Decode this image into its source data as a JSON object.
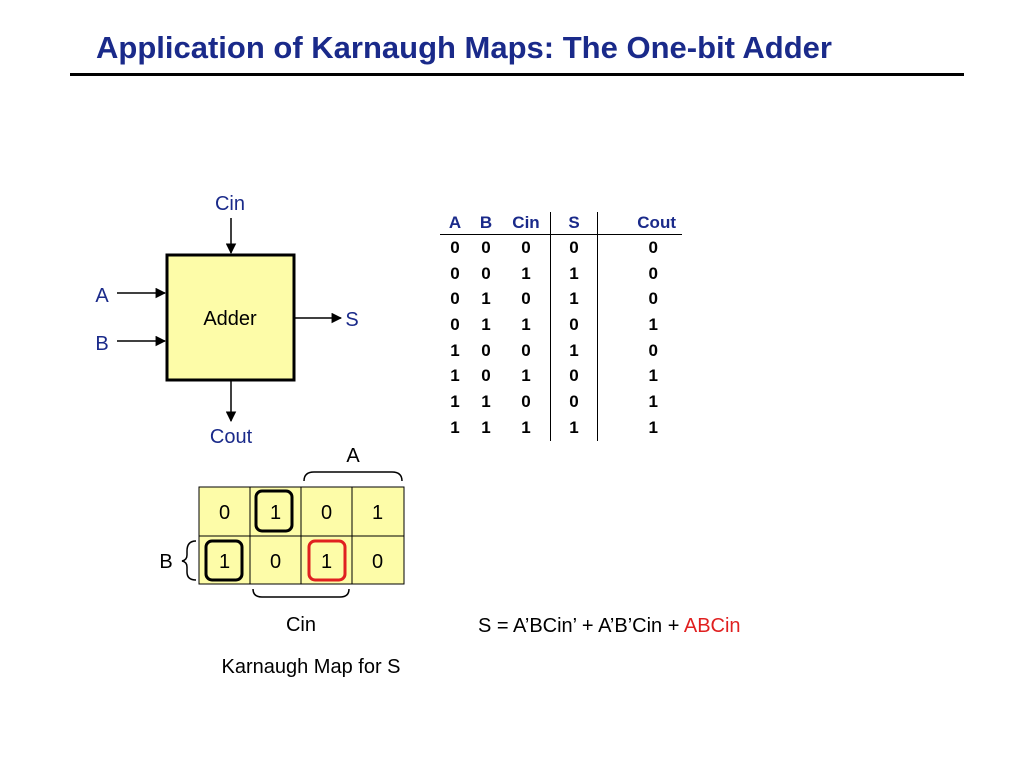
{
  "title": "Application of Karnaugh Maps: The One-bit Adder",
  "block": {
    "name": "Adder",
    "inputs": [
      "A",
      "B"
    ],
    "carry_in": "Cin",
    "output": "S",
    "carry_out": "Cout"
  },
  "truth_table": {
    "headers": [
      "A",
      "B",
      "Cin",
      "S",
      "Cout"
    ],
    "rows": [
      [
        "0",
        "0",
        "0",
        "0",
        "0"
      ],
      [
        "0",
        "0",
        "1",
        "1",
        "0"
      ],
      [
        "0",
        "1",
        "0",
        "1",
        "0"
      ],
      [
        "0",
        "1",
        "1",
        "0",
        "1"
      ],
      [
        "1",
        "0",
        "0",
        "1",
        "0"
      ],
      [
        "1",
        "0",
        "1",
        "0",
        "1"
      ],
      [
        "1",
        "1",
        "0",
        "0",
        "1"
      ],
      [
        "1",
        "1",
        "1",
        "1",
        "1"
      ]
    ]
  },
  "kmap": {
    "top_label": "A",
    "side_label": "B",
    "bottom_label": "Cin",
    "caption": "Karnaugh Map for S",
    "cells": [
      [
        "0",
        "1",
        "0",
        "1"
      ],
      [
        "1",
        "0",
        "1",
        "0"
      ]
    ],
    "fill_color": "#fdfca8",
    "group_color": "#000000",
    "highlight_color": "#e02020"
  },
  "equation": {
    "text": "S = A’BCin’ + A’B’Cin + ",
    "highlight": "ABCin",
    "highlight_color": "#e02020"
  },
  "colors": {
    "title": "#1a2a8a",
    "labels": "#1a2a8a",
    "adder_fill": "#fdfca8"
  }
}
